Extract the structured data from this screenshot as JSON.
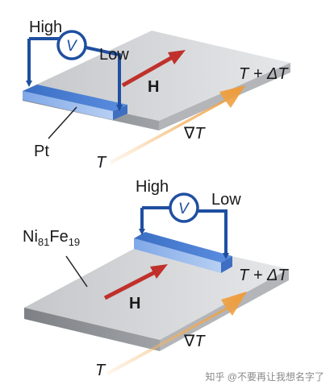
{
  "top_panel": {
    "high_label": "High",
    "low_label": "Low",
    "voltmeter_symbol": "V",
    "field_label": "H",
    "hot_side_label": "T + ΔT",
    "cold_side_label": "T",
    "gradient_label": "∇T",
    "strip_material": "Pt"
  },
  "bottom_panel": {
    "high_label": "High",
    "low_label": "Low",
    "voltmeter_symbol": "V",
    "field_label": "H",
    "hot_side_label": "T + ΔT",
    "cold_side_label": "T",
    "gradient_label": "∇T",
    "material_base": "Ni",
    "material_sub1": "81",
    "material_mid": "Fe",
    "material_sub2": "19"
  },
  "watermark": "知乎 @不要再让我想名字了",
  "colors": {
    "wire": "#1f4fa0",
    "field_arrow": "#c0312b",
    "gradient_arrow": "#f0a040",
    "slab_top": "#d4d5d7",
    "strip": "#4a7fd0"
  }
}
